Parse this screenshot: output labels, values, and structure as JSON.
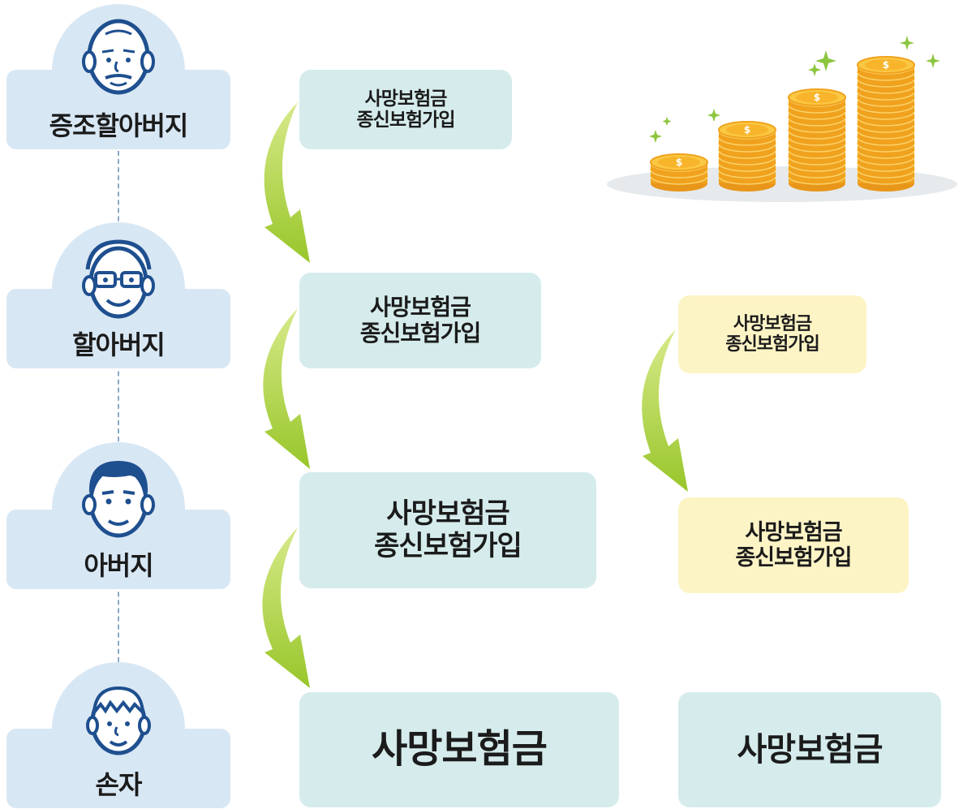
{
  "generations": [
    {
      "label": "증조할아버지",
      "icon": "great-grandfather-face-icon"
    },
    {
      "label": "할아버지",
      "icon": "grandfather-face-icon"
    },
    {
      "label": "아버지",
      "icon": "father-face-icon"
    },
    {
      "label": "손자",
      "icon": "grandson-face-icon"
    }
  ],
  "left_column": [
    {
      "line1": "사망보험금",
      "line2": "종신보험가입"
    },
    {
      "line1": "사망보험금",
      "line2": "종신보험가입"
    },
    {
      "line1": "사망보험금",
      "line2": "종신보험가입"
    },
    {
      "line1": "사망보험금"
    }
  ],
  "right_column": [
    {
      "line1": "사망보험금",
      "line2": "종신보험가입"
    },
    {
      "line1": "사망보험금",
      "line2": "종신보험가입"
    },
    {
      "line1": "사망보험금"
    }
  ],
  "decor": {
    "coin_symbol": "$",
    "icon": "coin-stacks-icon"
  },
  "colors": {
    "generation_card": "#d8e7f4",
    "mint_box": "#d6ecec",
    "cream_box": "#fdf4c6",
    "arrow": "#9ccb2e",
    "coin": "#f6b93b"
  }
}
